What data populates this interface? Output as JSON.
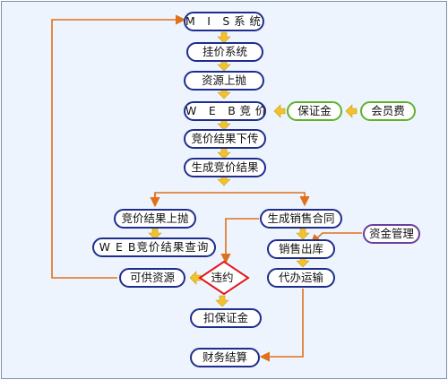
{
  "colors": {
    "background": "#eef4fd",
    "node_border": "#1d2d8e",
    "supplier_border": "#5fb32b",
    "fund_border": "#6a3f9e",
    "diamond_border": "#e0191e",
    "connector": "#e0701b",
    "step_arrow": "#f2c12e"
  },
  "nodes": {
    "mis": "M I S系统",
    "listing": "挂价系统",
    "upload": "资源上抛",
    "web_bid": "W E B竞价",
    "deposit": "保证金",
    "member_fee": "会员费",
    "bid_down": "竞价结果下传",
    "gen_bid": "生成竞价结果",
    "bid_up": "竞价结果上抛",
    "web_query": "W E B竞价结果查询",
    "available": "可供资源",
    "violation": "违约",
    "deduct": "扣保证金",
    "gen_contract": "生成销售合同",
    "fund_mgmt": "资金管理",
    "sale_out": "销售出库",
    "transport": "代办运输",
    "settlement": "财务结算"
  }
}
